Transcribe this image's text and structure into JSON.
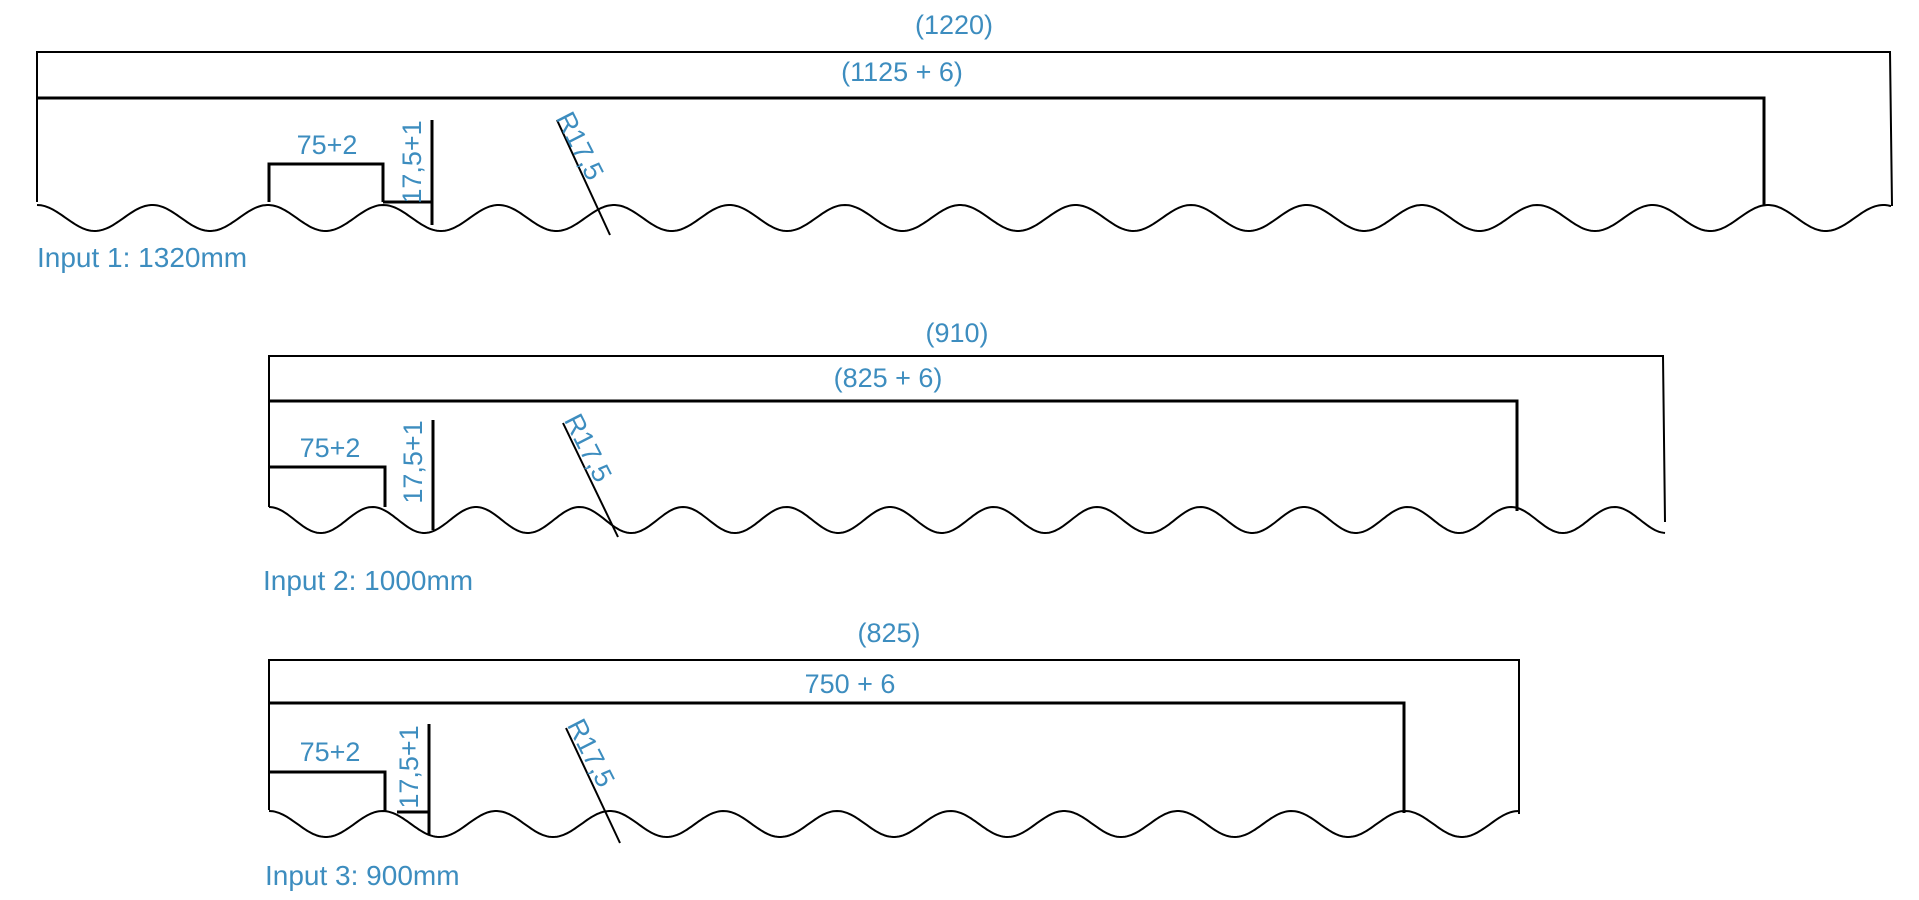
{
  "panels": [
    {
      "outer_dim": "(1220)",
      "inner_dim": "(1125 + 6)",
      "width_label": "75+2",
      "height_label": "17,5+1",
      "radius_label": "R17,5",
      "input_label": "Input 1: 1320mm"
    },
    {
      "outer_dim": "(910)",
      "inner_dim": "(825 + 6)",
      "width_label": "75+2",
      "height_label": "17,5+1",
      "radius_label": "R17,5",
      "input_label": "Input 2: 1000mm"
    },
    {
      "outer_dim": "(825)",
      "inner_dim": "750 + 6",
      "width_label": "75+2",
      "height_label": "17,5+1",
      "radius_label": "R17,5",
      "input_label": "Input 3: 900mm"
    }
  ],
  "colors": {
    "line": "#000000",
    "label": "#3d8dbf"
  }
}
